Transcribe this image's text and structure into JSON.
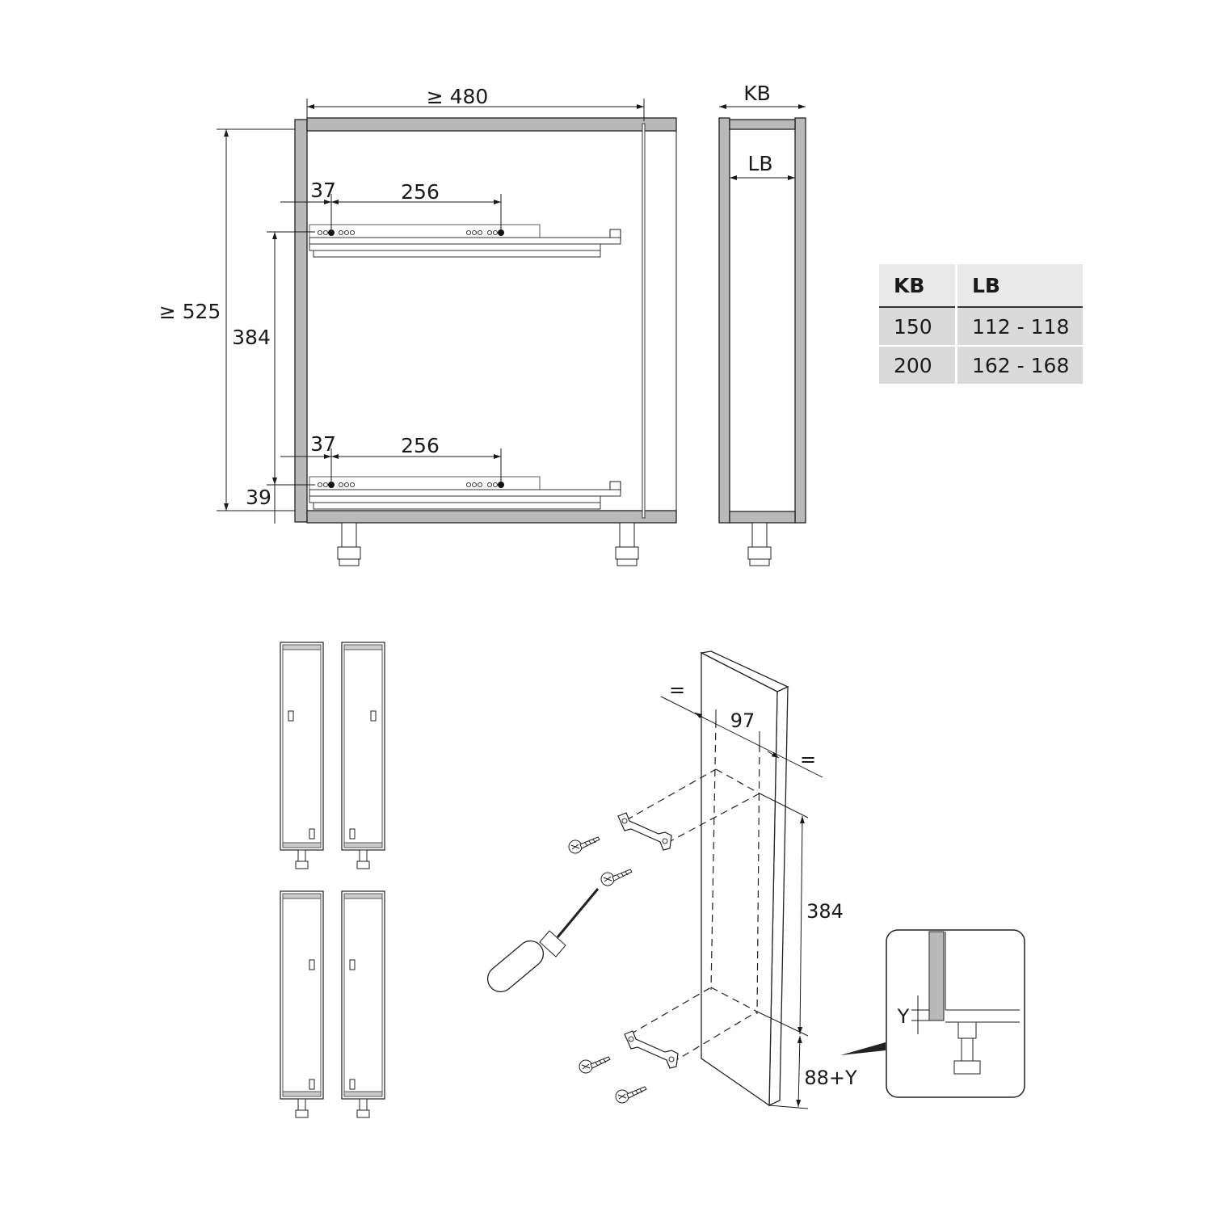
{
  "front_view": {
    "width_label": "≥ 480",
    "height_label": "≥ 525",
    "runner_spacing_label": "384",
    "bottom_offset_label": "39",
    "top_runner": {
      "offset_label": "37",
      "hole_spacing_label": "256"
    },
    "bottom_runner": {
      "offset_label": "37",
      "hole_spacing_label": "256"
    }
  },
  "side_view": {
    "outer_width_label": "KB",
    "inner_width_label": "LB"
  },
  "table": {
    "headers": [
      "KB",
      "LB"
    ],
    "rows": [
      [
        "150",
        "112 - 118"
      ],
      [
        "200",
        "162 - 168"
      ]
    ]
  },
  "assembly_view": {
    "equal_left": "=",
    "equal_right": "=",
    "center_label": "97",
    "spacing_label": "384",
    "bottom_label": "88+Y",
    "inset_label": "Y"
  }
}
